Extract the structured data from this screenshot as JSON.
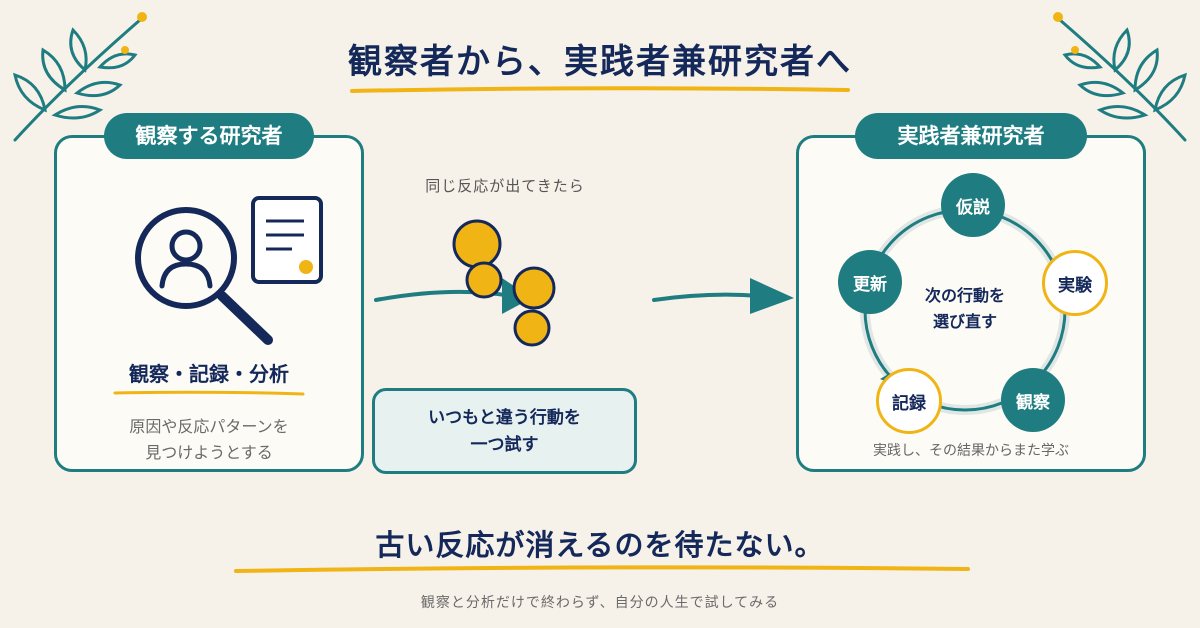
{
  "title": "観察者から、実践者兼研究者へ",
  "left_panel": {
    "badge": "観察する研究者",
    "heading": "観察・記録・分析",
    "desc_line1": "原因や反応パターンを",
    "desc_line2": "見つけようとする"
  },
  "middle": {
    "caption": "同じ反応が出てきたら",
    "box_line1": "いつもと違う行動を",
    "box_line2": "一つ試す"
  },
  "right_panel": {
    "badge": "実践者兼研究者",
    "cycle_nodes": [
      "仮説",
      "実験",
      "観察",
      "記録",
      "更新"
    ],
    "center_line1": "次の行動を",
    "center_line2": "選び直す",
    "caption": "実践し、その結果からまた学ぶ"
  },
  "bottom_title": "古い反応が消えるのを待たない。",
  "footer": "観察と分析だけで終わらず、自分の人生で試してみる",
  "colors": {
    "teal": "#1f7d82",
    "navy": "#14285a",
    "gold": "#f0b414",
    "background": "#f7f2e9"
  }
}
